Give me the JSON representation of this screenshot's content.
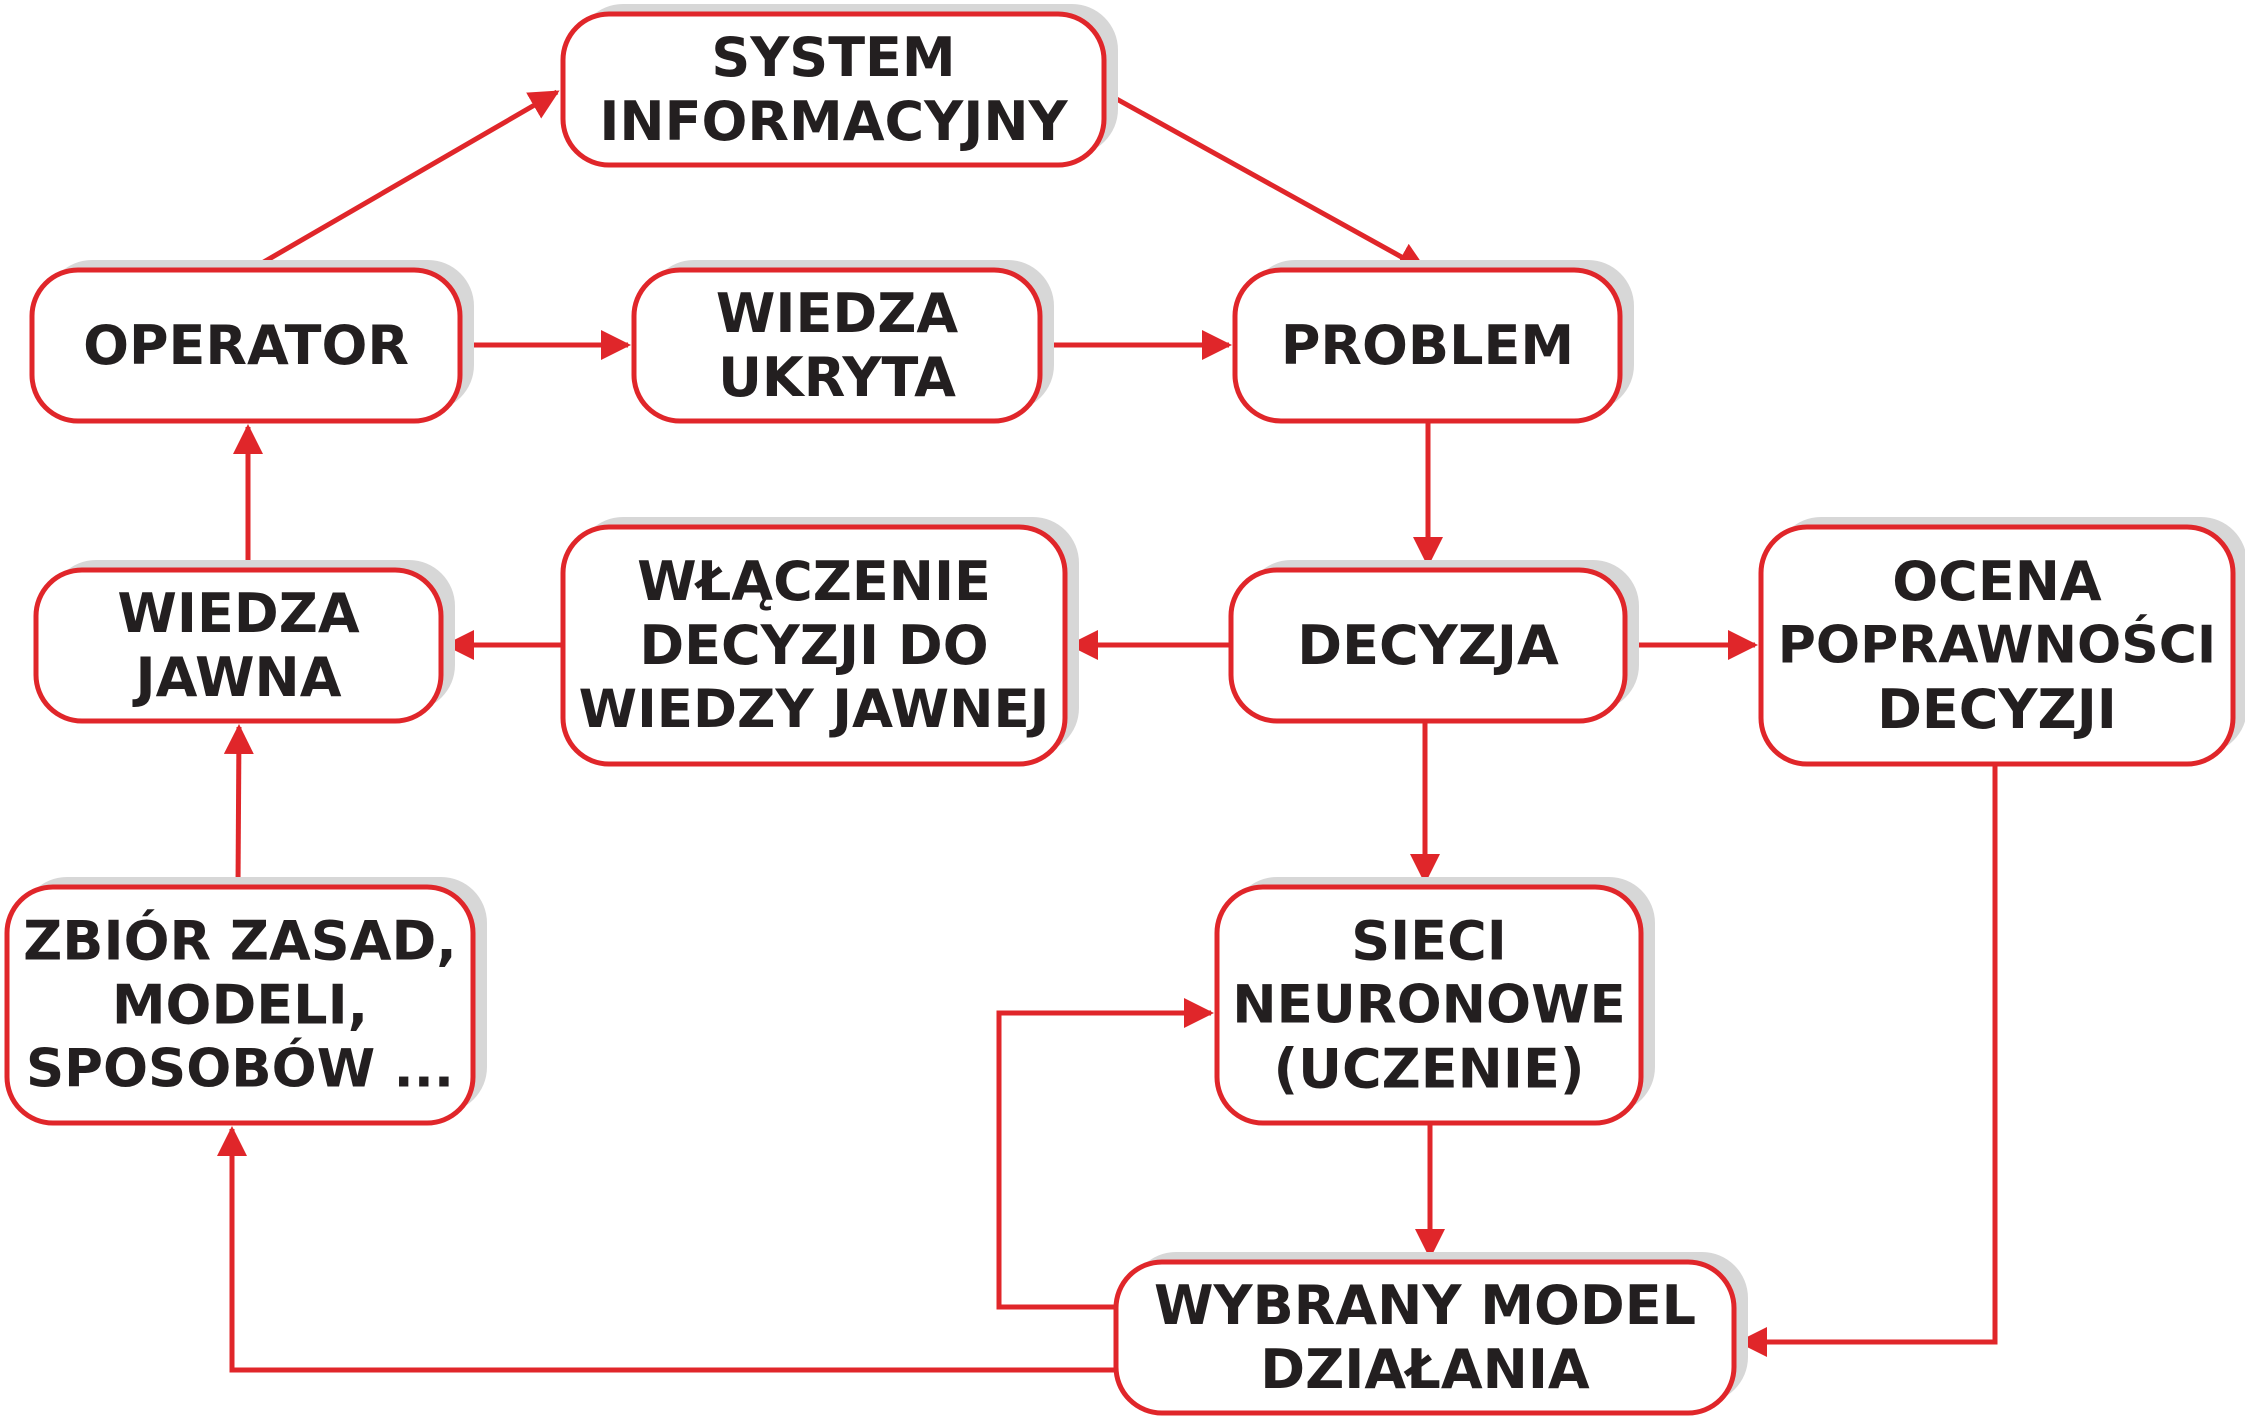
{
  "nodes": {
    "system_informacyjny": {
      "lines": [
        "SYSTEM",
        "INFORMACYJNY"
      ]
    },
    "operator": {
      "lines": [
        "OPERATOR"
      ]
    },
    "wiedza_ukryta": {
      "lines": [
        "WIEDZA",
        "UKRYTA"
      ]
    },
    "problem": {
      "lines": [
        "PROBLEM"
      ]
    },
    "wiedza_jawna": {
      "lines": [
        "WIEDZA",
        "JAWNA"
      ]
    },
    "wlaczenie": {
      "lines": [
        "WŁĄCZENIE",
        "DECYZJI DO",
        "WIEDZY JAWNEJ"
      ]
    },
    "decyzja": {
      "lines": [
        "DECYZJA"
      ]
    },
    "ocena": {
      "lines": [
        "OCENA",
        "POPRAWNOŚCI",
        "DECYZJI"
      ]
    },
    "zbior": {
      "lines": [
        "ZBIÓR ZASAD,",
        "MODELI,",
        "SPOSOBÓW ..."
      ]
    },
    "sieci": {
      "lines": [
        "SIECI",
        "NEURONOWE",
        "(UCZENIE)"
      ]
    },
    "wybrany_model": {
      "lines": [
        "WYBRANY MODEL",
        "DZIAŁANIA"
      ]
    }
  },
  "edges": [
    {
      "from": "operator",
      "to": "system_informacyjny"
    },
    {
      "from": "system_informacyjny",
      "to": "problem"
    },
    {
      "from": "operator",
      "to": "wiedza_ukryta"
    },
    {
      "from": "wiedza_ukryta",
      "to": "problem"
    },
    {
      "from": "problem",
      "to": "decyzja"
    },
    {
      "from": "decyzja",
      "to": "wlaczenie"
    },
    {
      "from": "wlaczenie",
      "to": "wiedza_jawna"
    },
    {
      "from": "decyzja",
      "to": "ocena"
    },
    {
      "from": "wiedza_jawna",
      "to": "operator"
    },
    {
      "from": "zbior",
      "to": "wiedza_jawna"
    },
    {
      "from": "decyzja",
      "to": "sieci"
    },
    {
      "from": "sieci",
      "to": "wybrany_model"
    },
    {
      "from": "wybrany_model",
      "to": "sieci"
    },
    {
      "from": "ocena",
      "to": "wybrany_model"
    },
    {
      "from": "wybrany_model",
      "to": "zbior"
    }
  ],
  "colors": {
    "stroke": "#e0262a",
    "text": "#231f20",
    "shadow": "#d7d7d7"
  }
}
